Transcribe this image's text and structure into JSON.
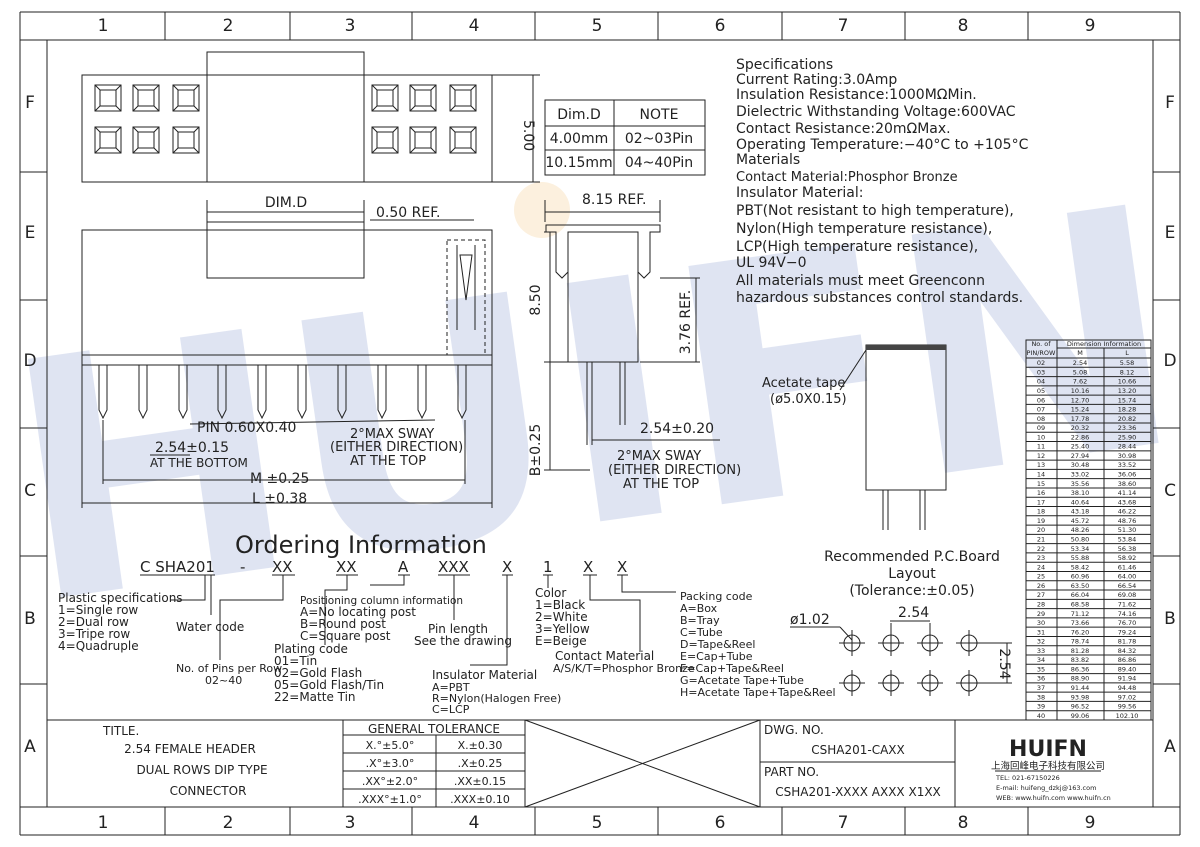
{
  "grid": {
    "columns": [
      "1",
      "2",
      "3",
      "4",
      "5",
      "6",
      "7",
      "8",
      "9"
    ],
    "rows": [
      "F",
      "E",
      "D",
      "C",
      "B",
      "A"
    ]
  },
  "watermark": "HUIFN",
  "front_view": {
    "dim_d": "DIM.D",
    "ref_050": "0.50 REF.",
    "pin": "PIN 0.60X0.40",
    "pitch": "2.54±0.15",
    "at_bottom": "AT THE BOTTOM",
    "sway1": "2°MAX SWAY",
    "sway2": "(EITHER DIRECTION)",
    "sway3": "AT THE TOP",
    "m": "M ±0.25",
    "l": "L ±0.38",
    "height_500": "5.00"
  },
  "dim_table": {
    "headers": [
      "Dim.D",
      "NOTE"
    ],
    "rows": [
      [
        "4.00mm",
        "02~03Pin"
      ],
      [
        "10.15mm",
        "04~40Pin"
      ]
    ]
  },
  "side_view": {
    "ref_815": "8.15 REF.",
    "h_850": "8.50",
    "ref_376": "3.76 REF.",
    "b_025": "B±0.25",
    "pitch": "2.54±0.20",
    "sway1": "2°MAX SWAY",
    "sway2": "(EITHER DIRECTION)",
    "sway3": "AT THE TOP"
  },
  "specs": [
    "Specifications",
    "Current Rating:3.0Amp",
    "Insulation Resistance:1000MΩMin.",
    "Dielectric Withstanding Voltage:600VAC",
    "Contact Resistance:20mΩMax.",
    "Operating Temperature:−40°C to +105°C",
    "Materials",
    "Contact Material:Phosphor Bronze",
    "Insulator Material:",
    "PBT(Not resistant to high temperature),",
    "Nylon(High temperature resistance),",
    "LCP(High temperature resistance),",
    "UL 94V−0",
    "All materials must meet Greenconn",
    "hazardous substances control standards."
  ],
  "acetate": {
    "label": "Acetate tape",
    "size": "(ø5.0X0.15)"
  },
  "dimension_table": {
    "header1": "No. of",
    "header2": "PIN/ROW",
    "group": "Dimension Information",
    "col_m": "M",
    "col_l": "L",
    "rows": [
      [
        "02",
        "2.54",
        "5.58"
      ],
      [
        "03",
        "5.08",
        "8.12"
      ],
      [
        "04",
        "7.62",
        "10.66"
      ],
      [
        "05",
        "10.16",
        "13.20"
      ],
      [
        "06",
        "12.70",
        "15.74"
      ],
      [
        "07",
        "15.24",
        "18.28"
      ],
      [
        "08",
        "17.78",
        "20.82"
      ],
      [
        "09",
        "20.32",
        "23.36"
      ],
      [
        "10",
        "22.86",
        "25.90"
      ],
      [
        "11",
        "25.40",
        "28.44"
      ],
      [
        "12",
        "27.94",
        "30.98"
      ],
      [
        "13",
        "30.48",
        "33.52"
      ],
      [
        "14",
        "33.02",
        "36.06"
      ],
      [
        "15",
        "35.56",
        "38.60"
      ],
      [
        "16",
        "38.10",
        "41.14"
      ],
      [
        "17",
        "40.64",
        "43.68"
      ],
      [
        "18",
        "43.18",
        "46.22"
      ],
      [
        "19",
        "45.72",
        "48.76"
      ],
      [
        "20",
        "48.26",
        "51.30"
      ],
      [
        "21",
        "50.80",
        "53.84"
      ],
      [
        "22",
        "53.34",
        "56.38"
      ],
      [
        "23",
        "55.88",
        "58.92"
      ],
      [
        "24",
        "58.42",
        "61.46"
      ],
      [
        "25",
        "60.96",
        "64.00"
      ],
      [
        "26",
        "63.50",
        "66.54"
      ],
      [
        "27",
        "66.04",
        "69.08"
      ],
      [
        "28",
        "68.58",
        "71.62"
      ],
      [
        "29",
        "71.12",
        "74.16"
      ],
      [
        "30",
        "73.66",
        "76.70"
      ],
      [
        "31",
        "76.20",
        "79.24"
      ],
      [
        "32",
        "78.74",
        "81.78"
      ],
      [
        "33",
        "81.28",
        "84.32"
      ],
      [
        "34",
        "83.82",
        "86.86"
      ],
      [
        "35",
        "86.36",
        "89.40"
      ],
      [
        "36",
        "88.90",
        "91.94"
      ],
      [
        "37",
        "91.44",
        "94.48"
      ],
      [
        "38",
        "93.98",
        "97.02"
      ],
      [
        "39",
        "96.52",
        "99.56"
      ],
      [
        "40",
        "99.06",
        "102.10"
      ]
    ]
  },
  "ordering": {
    "title": "Ordering Information",
    "code": [
      "C SHA201",
      "-",
      "XX",
      "XX",
      "A",
      "XXX",
      "X",
      "1",
      "X",
      "X"
    ],
    "plastic": [
      "Plastic specifications",
      "1=Single row",
      "2=Dual row",
      "3=Tripe row",
      "4=Quadruple"
    ],
    "water": "Water code",
    "pins": [
      "No. of Pins per Row",
      "02~40"
    ],
    "plating": [
      "Plating code",
      "01=Tin",
      "02=Gold Flash",
      "05=Gold Flash/Tin",
      "22=Matte Tin"
    ],
    "position": [
      "Positioning column information",
      "A=No locating post",
      "B=Round post",
      "C=Square post"
    ],
    "pin_length": [
      "Pin length",
      "See the drawing"
    ],
    "insulator": [
      "Insulator Material",
      "A=PBT",
      "R=Nylon(Halogen Free)",
      "C=LCP"
    ],
    "color": [
      "Color",
      "1=Black",
      "2=White",
      "3=Yellow",
      "E=Beige"
    ],
    "contact": [
      "Contact Material",
      "A/S/K/T=Phosphor Bronze"
    ],
    "packing": [
      "Packing code",
      "A=Box",
      "B=Tray",
      "C=Tube",
      "D=Tape&Reel",
      "E=Cap+Tube",
      "F=Cap+Tape&Reel",
      "G=Acetate Tape+Tube",
      "H=Acetate Tape+Tape&Reel"
    ]
  },
  "pcb": {
    "title1": "Recommended P.C.Board",
    "title2": "Layout",
    "tol": "(Tolerance:±0.05)",
    "hole": "ø1.02",
    "pitch_h": "2.54",
    "pitch_v": "2.54"
  },
  "title_block": {
    "title_label": "TITLE.",
    "title_lines": [
      "2.54 FEMALE HEADER",
      "DUAL ROWS DIP TYPE",
      "CONNECTOR"
    ],
    "tol_header": "GENERAL TOLERANCE",
    "tol_rows": [
      [
        "X.°±5.0°",
        "X.±0.30"
      ],
      [
        ".X°±3.0°",
        ".X±0.25"
      ],
      [
        ".XX°±2.0°",
        ".XX±0.15"
      ],
      [
        ".XXX°±1.0°",
        ".XXX±0.10"
      ]
    ],
    "dwg_label": "DWG. NO.",
    "dwg_no": "CSHA201-CAXX",
    "part_label": "PART NO.",
    "part_no": "CSHA201-XXXX AXXX X1XX",
    "logo": "HUIFN",
    "company": "上海回峰电子科技有限公司",
    "tel": "TEL: 021-67150226",
    "email": "E-mail: huifeng_dzkj@163.com",
    "web": "WEB: www.huifn.com  www.huifn.cn"
  }
}
